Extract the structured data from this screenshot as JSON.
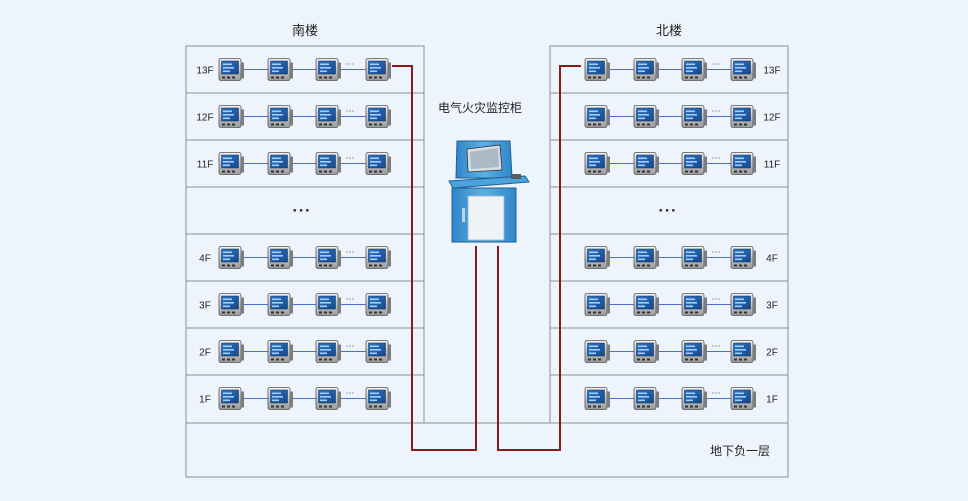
{
  "south_building": {
    "title": "南楼",
    "floors": [
      "13F",
      "12F",
      "11F",
      "…",
      "4F",
      "3F",
      "2F",
      "1F"
    ],
    "row_ellipsis": "···",
    "gap_ellipsis": "···"
  },
  "north_building": {
    "title": "北楼",
    "floors": [
      "13F",
      "12F",
      "11F",
      "…",
      "4F",
      "3F",
      "2F",
      "1F"
    ],
    "row_ellipsis": "···",
    "gap_ellipsis": "···"
  },
  "cabinet": {
    "label": "电气火灾监控柜"
  },
  "basement": {
    "label": "地下负一层"
  },
  "colors": {
    "background": "#edf4fc",
    "frame": "#8a8f96",
    "bus_line": "#4a6fd0",
    "cable": "#8b1a1a",
    "device_screen": "#1f5fae",
    "cabinet_body": "#3f9ad6"
  },
  "icons": {
    "meter": "electrical-fire-detector-icon",
    "cabinet": "monitoring-cabinet-icon"
  }
}
